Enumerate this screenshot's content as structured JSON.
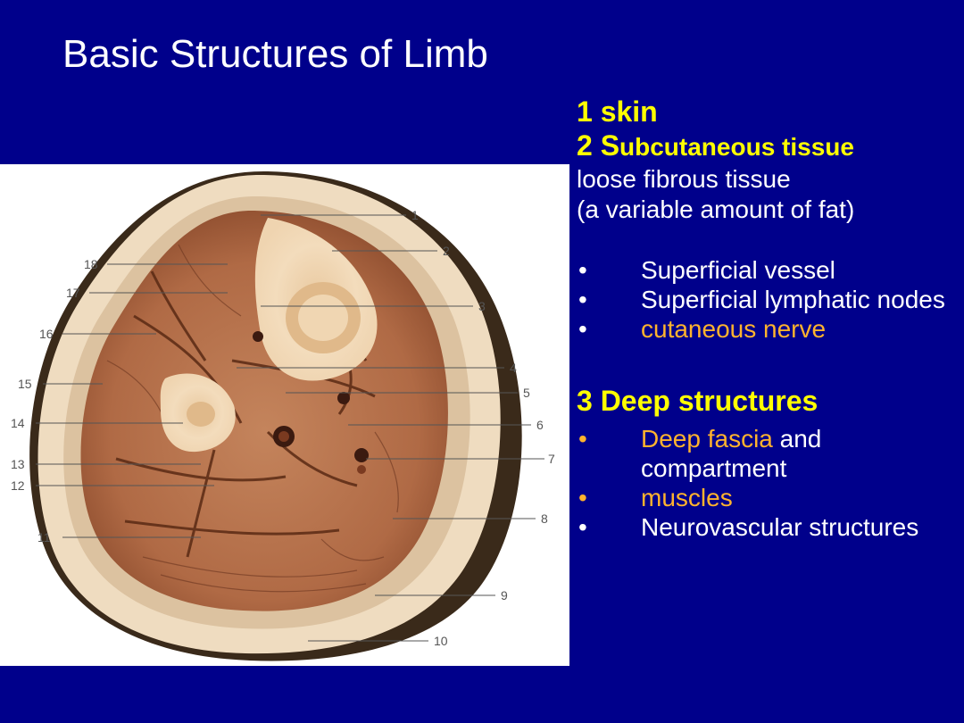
{
  "slide": {
    "title": "Basic Structures of Limb"
  },
  "figure": {
    "labels_left": [
      "18",
      "17",
      "16",
      "15",
      "14",
      "13",
      "12",
      "11"
    ],
    "labels_right": [
      "1",
      "2",
      "3",
      "4",
      "5",
      "6",
      "7",
      "8",
      "9",
      "10"
    ]
  },
  "content": {
    "item1": "1 skin",
    "item2_prefix": "2 S",
    "item2_rest": "ubcutaneous tissue",
    "item2_desc_line1": "loose fibrous tissue",
    "item2_desc_line2": "(a variable  amount of fat)",
    "subcutaneous_bullets": [
      {
        "text": "Superficial vessel"
      },
      {
        "text": "Superficial lymphatic nodes"
      },
      {
        "text": " cutaneous nerve"
      }
    ],
    "item3": "3 Deep structures",
    "deep_bullets": {
      "b1_highlight": "Deep fascia",
      "b1_rest": " and compartment",
      "b2": "muscles",
      "b3": "Neurovascular structures"
    },
    "colors": {
      "background": "#00008b",
      "heading": "#ffff00",
      "highlight": "#ffb32e",
      "text": "#ffffff"
    }
  }
}
